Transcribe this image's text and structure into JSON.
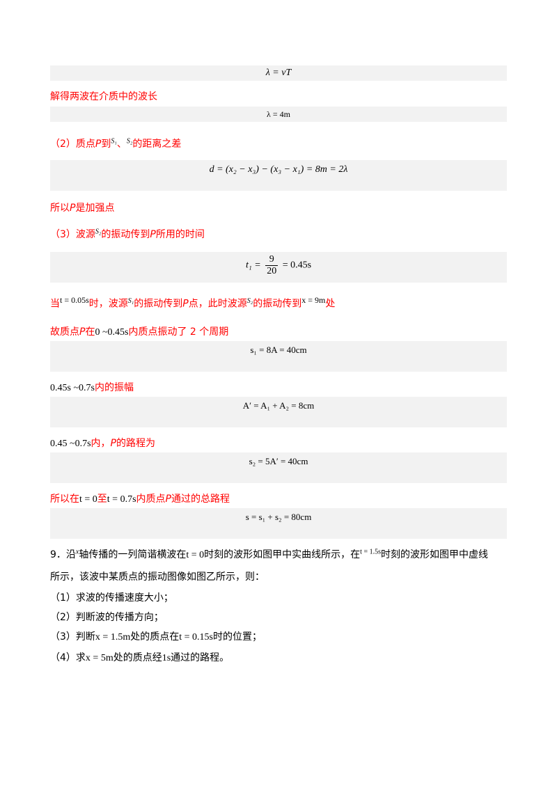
{
  "eq1": "λ = vT",
  "line_wavelength": "解得两波在介质中的波长",
  "eq2": "λ = 4m",
  "line_part2": {
    "prefix": "（2）质点",
    "P": "P",
    "mid": "到",
    "S1": "S₁",
    "sep": "、",
    "S2": "S₂",
    "suffix": "的距离之差"
  },
  "eq3": "d = (x₂ − x₃) − (x₃ − x₁) = 8m = 2λ",
  "line_enhance": {
    "prefix": "所以",
    "P": "P",
    "suffix": "是加强点"
  },
  "line_part3": {
    "prefix": "（3）波源",
    "S2": "S₂",
    "mid": "的振动传到",
    "P": "P",
    "suffix": "所用的时间"
  },
  "eq4": {
    "lhs": "t₁ =",
    "num": "9",
    "den": "20",
    "rhs": "= 0.45s"
  },
  "line_when": {
    "a": "当",
    "t": "t = 0.05s",
    "b": "时，波源",
    "S1": "S₁",
    "c": "的振动传到",
    "P": "P",
    "d": "点，此时波源",
    "S2": "S₂",
    "e": "的振动传到",
    "x": "x = 9m",
    "f": "处"
  },
  "line_therefore": {
    "a": "故质点",
    "P": "P",
    "b": "在",
    "range": "0 ~0.45s",
    "c": "内质点振动了 2 个周期"
  },
  "eq5": "s₁ = 8A = 40cm",
  "line_amp": {
    "range": "0.45s ~0.7s",
    "text": "内的振幅"
  },
  "eq6": "A′ = A₁ + A₂ = 8cm",
  "line_path": {
    "range": "0.45 ~0.7s",
    "a": "内，",
    "P": "P",
    "b": "的路程为"
  },
  "eq7": "s₂ = 5A′ = 40cm",
  "line_total": {
    "a": "所以在",
    "t0": "t = 0",
    "b": "至",
    "t1": "t = 0.7s",
    "c": "内质点",
    "P": "P",
    "d": "通过的总路程"
  },
  "eq8": "s = s₁ + s₂ = 80cm",
  "q9": {
    "line1_a": "9．沿",
    "x": "x",
    "line1_b": "轴传播的一列简谐横波在",
    "t0": "t = 0",
    "line1_c": "时刻的波形如图甲中实曲线所示，在",
    "t15": "t = 1.5s",
    "line1_d": "时刻的波形如图甲中虚线",
    "line2": "所示，该波中某质点的振动图像如图乙所示，则：",
    "sub1": "（1）求波的传播速度大小；",
    "sub2": "（2）判断波的传播方向；",
    "sub3_a": "（3）判断",
    "sub3_x": "x = 1.5m",
    "sub3_b": "处的质点在",
    "sub3_t": "t = 0.15s",
    "sub3_c": "时的位置；",
    "sub4_a": "（4）求",
    "sub4_x": "x = 5m",
    "sub4_b": "处的质点经",
    "sub4_t": "1s",
    "sub4_c": "通过的路程。"
  }
}
